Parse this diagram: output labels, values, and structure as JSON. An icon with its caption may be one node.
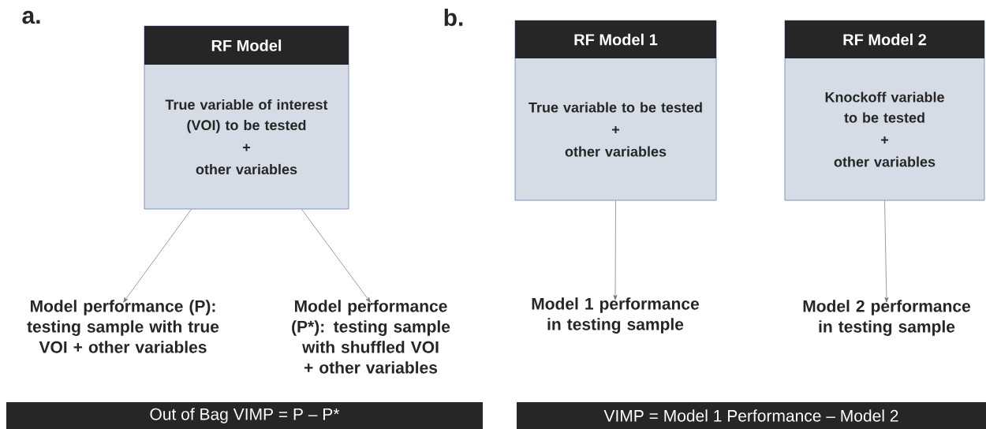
{
  "diagram": {
    "nodes": [
      {
        "text": [
          "RF Model",
          "True variable of interest (VOI) to be tested",
          "+",
          "other variables"
        ]
      },
      {
        "text": [
          "Model performance (P): testing sample with true VOI + other variables"
        ]
      },
      {
        "text": [
          "Model performance (P*): testing sample with shuffled VOI + other variables"
        ]
      },
      {
        "text": [
          "RF Model 1",
          "True variable to be tested",
          "+",
          "other variables"
        ]
      },
      {
        "text": [
          "RF Model 2",
          "Knockoff variable to be tested",
          "+",
          "other variables"
        ]
      },
      {
        "text": [
          "Model 1 performance in testing sample"
        ]
      },
      {
        "text": [
          "Model 2 performance in testing sample"
        ]
      },
      {
        "text": [
          "Out of Bag VIMP = P – P*"
        ]
      },
      {
        "text": [
          "VIMP = Model 1 Performance – Model 2"
        ]
      }
    ],
    "edges": [
      {
        "from": 0,
        "to": 1,
        "arrow": "to"
      },
      {
        "from": 0,
        "to": 2,
        "arrow": "to"
      },
      {
        "from": 3,
        "to": 5,
        "arrow": "to"
      },
      {
        "from": 4,
        "to": 6,
        "arrow": "to"
      }
    ],
    "labels": [
      "a.",
      "b."
    ]
  }
}
